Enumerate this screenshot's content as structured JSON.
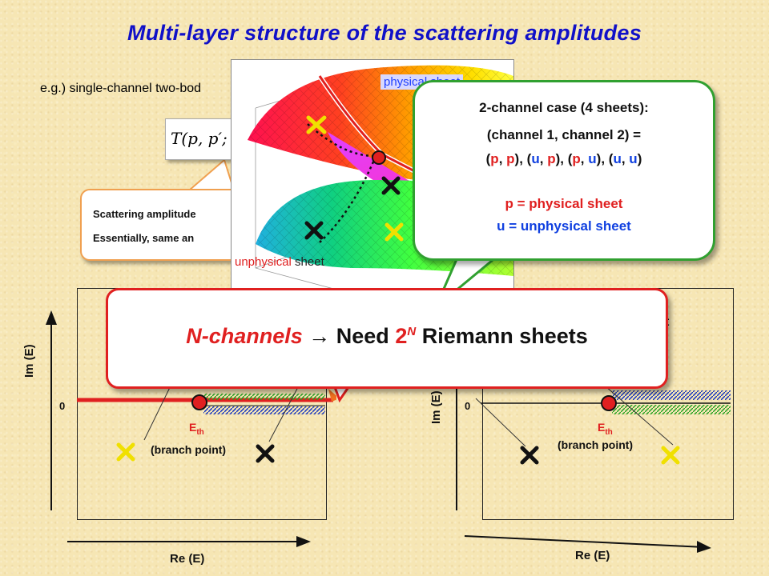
{
  "title": "Multi-layer structure of the scattering amplitudes",
  "intro_text": "e.g.)  single-channel two-bod",
  "formula_text": "T(p, p′;",
  "orange_callout": {
    "line1": "Scattering amplitude",
    "line2": "Essentially, same an"
  },
  "surface": {
    "physical_label": "physical sheet",
    "unphysical_prefix": "unphysical",
    "unphysical_suffix": " sheet"
  },
  "green_callout": {
    "line1": "2-channel case (4 sheets):",
    "line2": "(channel 1, channel 2) =",
    "pairs": [
      "(p, p)",
      "(u, p)",
      "(p, u)",
      "(u, u)"
    ],
    "p_def": "p = physical sheet",
    "u_def": "u = unphysical sheet"
  },
  "red_callout": {
    "n_channels": "N-channels",
    "arrow": "→",
    "need": "Need",
    "base": "2",
    "exponent": "N",
    "riemann": "Riemann sheets"
  },
  "right_clipped_text": "t",
  "left_plot": {
    "im_label": "Im (E)",
    "re_label": "Re (E)",
    "zero": "0",
    "eth": "E",
    "eth_sub": "th",
    "branch": "(branch point)"
  },
  "right_plot": {
    "im_label": "Im (E)",
    "re_label": "Re (E)",
    "zero": "0",
    "eth": "E",
    "eth_sub": "th",
    "branch": "(branch point)"
  },
  "colors": {
    "title": "#1010c8",
    "red": "#e02020",
    "blue": "#1040e0",
    "green_border": "#30a030",
    "orange_border": "#f0a050",
    "yellow_cross": "#f0e000"
  }
}
